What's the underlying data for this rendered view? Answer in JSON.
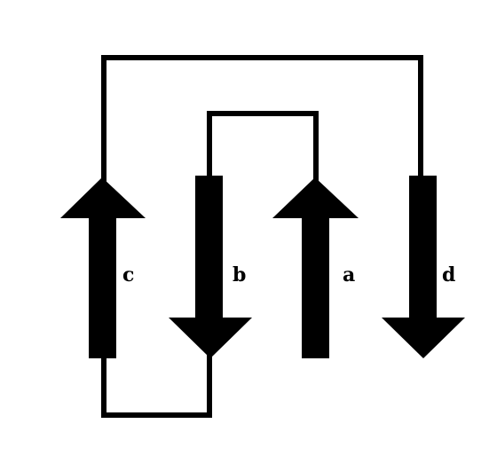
{
  "diagram": {
    "type": "beta-sheet-topology",
    "colors": {
      "stroke": "#000000",
      "fill": "#000000",
      "background": "#ffffff"
    },
    "strands": [
      {
        "id": "c",
        "label": "c",
        "direction": "up"
      },
      {
        "id": "b",
        "label": "b",
        "direction": "down"
      },
      {
        "id": "a",
        "label": "a",
        "direction": "up"
      },
      {
        "id": "d",
        "label": "d",
        "direction": "down"
      }
    ],
    "connections": [
      {
        "from": "a",
        "to": "b",
        "side": "top"
      },
      {
        "from": "b",
        "to": "c",
        "side": "bottom"
      },
      {
        "from": "c",
        "to": "d",
        "side": "top"
      }
    ]
  }
}
